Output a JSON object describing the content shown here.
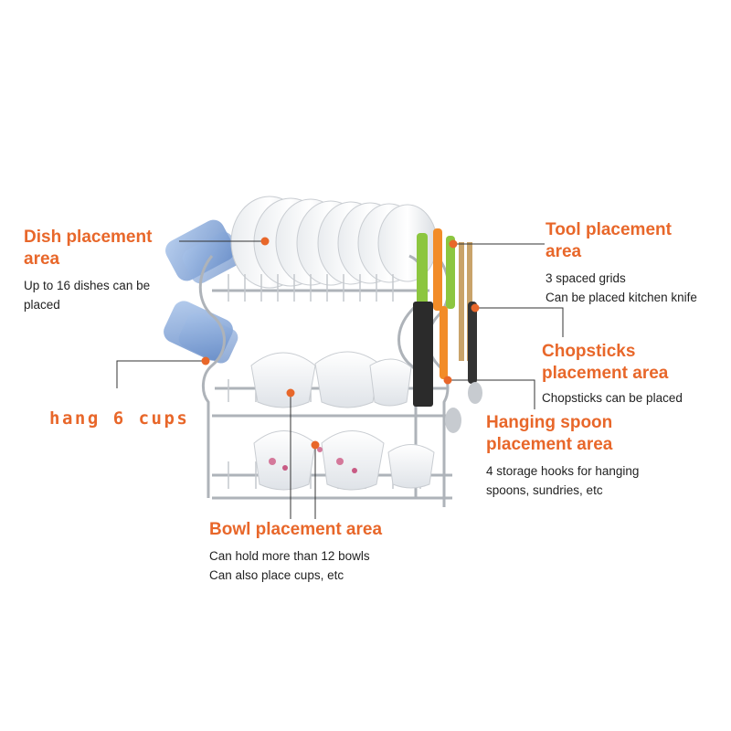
{
  "labels": {
    "dish": {
      "title_line1": "Dish placement",
      "title_line2": "area",
      "desc_line1": "Up to 16 dishes can be",
      "desc_line2": "placed"
    },
    "tool": {
      "title_line1": "Tool placement",
      "title_line2": "area",
      "desc_line1": "3 spaced grids",
      "desc_line2": "Can be placed kitchen knife"
    },
    "chopsticks": {
      "title_line1": "Chopsticks",
      "title_line2": "placement area",
      "desc": "Chopsticks can be placed"
    },
    "cups": {
      "title": "hang 6 cups"
    },
    "spoon": {
      "title_line1": "Hanging spoon",
      "title_line2": "placement area",
      "desc_line1": "4 storage hooks for hanging",
      "desc_line2": "spoons, sundries, etc"
    },
    "bowl": {
      "title": "Bowl placement area",
      "desc_line1": "Can hold more than 12 bowls",
      "desc_line2": "Can also place cups, etc"
    }
  },
  "colors": {
    "accent": "#e8672a",
    "text": "#222222",
    "chrome": "#b8bcc2",
    "cup_blue": "#7fa6d9",
    "knife_green": "#8cc63f",
    "knife_orange": "#f28c28"
  }
}
